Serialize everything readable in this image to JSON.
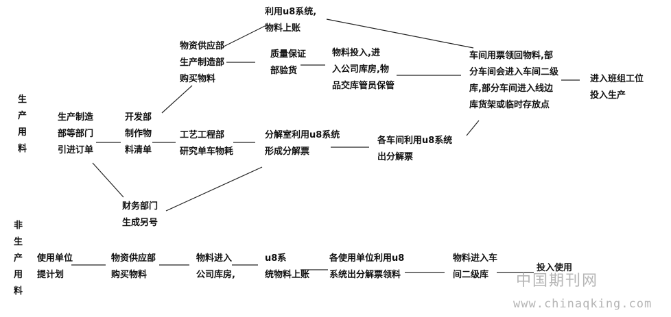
{
  "side_labels": {
    "production": "生产用料",
    "non_production": "非生产用料"
  },
  "nodes": {
    "u8_top": "利用u8系统,\n物料上账",
    "supply_dept": "物资供应部\n生产制造部\n购买物料",
    "quality": "质量保证\n部验货",
    "storage": "物料投入,进\n入公司库房,物\n品交库管员保管",
    "workshop": "车间用票领回物料,部\n分车间会进入车间二级\n库,部分车间进入线边\n库货架或临时存放点",
    "team": "进入班组工位\n投入生产",
    "mfg_order": "生产制造\n部等部门\n引进订单",
    "dev_dept": "开发部\n制作物\n料清单",
    "process_dept": "工艺工程部\n研究单车物耗",
    "decompose": "分解室利用u8系统\n形成分解票",
    "workshop_u8": "各车间利用u8系统\n出分解票",
    "finance": "财务部门\n生成另号",
    "np_user": "使用单位\n提计划",
    "np_supply": "物资供应部\n购买物料",
    "np_storage": "物料进入\n公司库房,",
    "np_u8": "u8系\n统物料上账",
    "np_issue": "各使用单位利用u8\n系统出分解票领料",
    "np_workshop": "物料进入车\n间二级库",
    "np_use": "投入使用"
  },
  "watermark": {
    "cn": "中国期刊网",
    "url": "www.chinaqking.com"
  },
  "colors": {
    "text": "#111111",
    "line": "#222222",
    "watermark": "#b5b5b5"
  }
}
